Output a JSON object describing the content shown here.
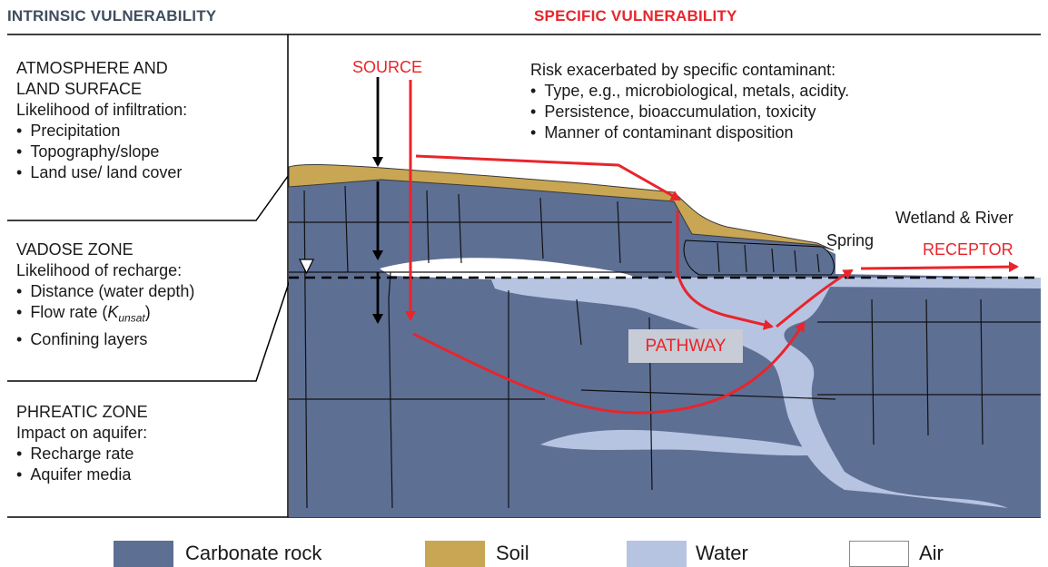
{
  "header": {
    "left": "INTRINSIC VULNERABILITY",
    "right": "SPECIFIC VULNERABILITY"
  },
  "panels": {
    "atmosphere": {
      "title_line1": "ATMOSPHERE AND",
      "title_line2": "LAND SURFACE",
      "subtitle": "Likelihood of infiltration:",
      "bullets": [
        "Precipitation",
        "Topography/slope",
        "Land use/ land cover"
      ]
    },
    "vadose": {
      "title": "VADOSE ZONE",
      "subtitle": "Likelihood of recharge:",
      "bullet1": "Distance (water depth)",
      "bullet2_prefix": "Flow rate (",
      "bullet2_k": "K",
      "bullet2_sub": "unsat",
      "bullet2_suffix": ")",
      "bullet3": "Confining layers"
    },
    "phreatic": {
      "title": "PHREATIC ZONE",
      "subtitle": "Impact on aquifer:",
      "bullets": [
        "Recharge rate",
        "Aquifer media"
      ]
    }
  },
  "risk": {
    "title": "Risk exacerbated by specific contaminant:",
    "bullets": [
      "Type, e.g., microbiological, metals, acidity.",
      "Persistence, bioaccumulation, toxicity",
      "Manner of contaminant disposition"
    ]
  },
  "labels": {
    "source": "SOURCE",
    "pathway": "PATHWAY",
    "receptor": "RECEPTOR",
    "spring": "Spring",
    "wetland": "Wetland & River"
  },
  "legend": [
    {
      "label": "Carbonate rock",
      "color": "#5e6f94"
    },
    {
      "label": "Soil",
      "color": "#c9a654"
    },
    {
      "label": "Water",
      "color": "#b6c4e2"
    },
    {
      "label": "Air",
      "color": "#ffffff"
    }
  ],
  "colors": {
    "rock": "#5e6f94",
    "soil": "#c9a654",
    "water": "#b6c4e2",
    "arrow": "#e8252b",
    "header_left": "#3f4d5e"
  }
}
